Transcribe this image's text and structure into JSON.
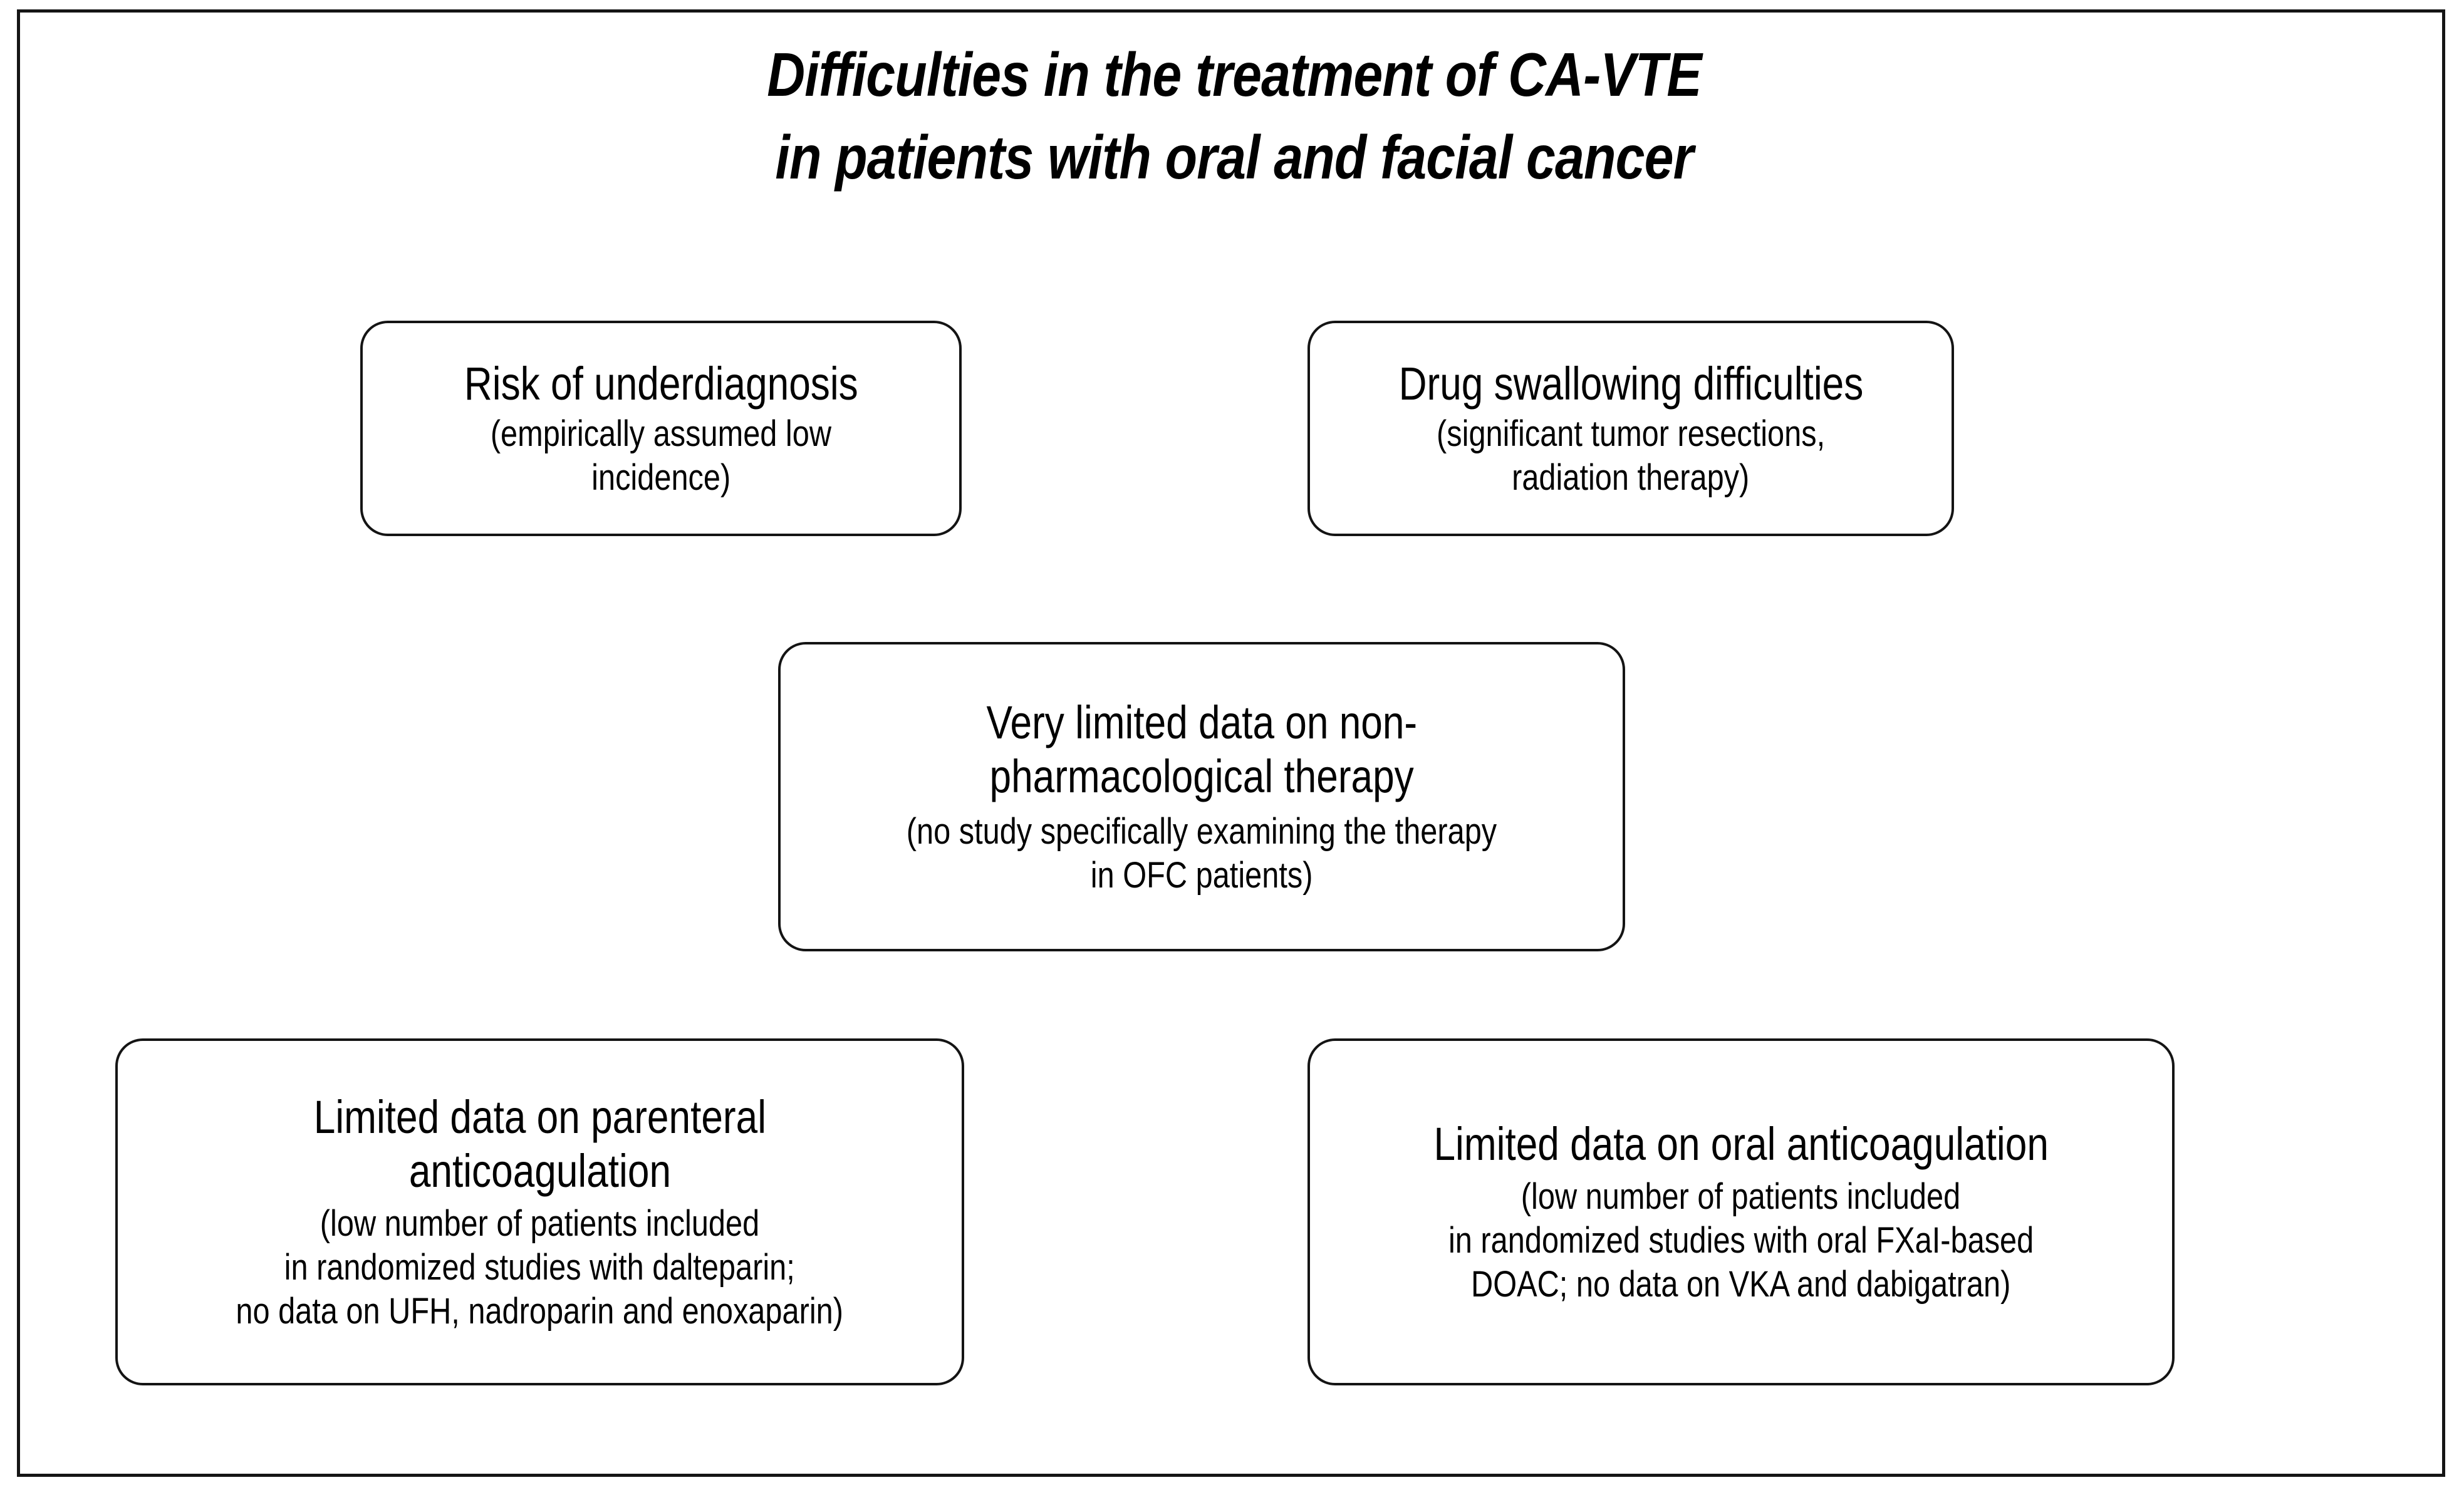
{
  "figure": {
    "title_line1": "Difficulties in the treatment of CA-VTE",
    "title_line2": "in patients with oral and facial cancer",
    "frame_color": "#151515",
    "box_border_color": "#141414",
    "text_color": "#000000",
    "background_color": "#ffffff"
  },
  "boxes": [
    {
      "id": "underdiagnosis",
      "main": "Risk of underdiagnosis",
      "sub": "(empirically assumed low\nincidence)"
    },
    {
      "id": "swallowing",
      "main": "Drug swallowing difficulties",
      "sub": "(significant tumor resections,\nradiation therapy)"
    },
    {
      "id": "nonpharm",
      "main": "Very limited data on non-\npharmacological therapy",
      "sub": "(no study specifically examining the therapy\nin OFC patients)"
    },
    {
      "id": "parenteral",
      "main": "Limited data on parenteral\nanticoagulation",
      "sub": "(low number of patients included\nin randomized studies with dalteparin;\nno data on UFH, nadroparin and enoxaparin)"
    },
    {
      "id": "oral",
      "main": "Limited data on oral anticoagulation",
      "sub": "(low number of patients included\nin randomized studies with oral FXaI-based\nDOAC; no data on VKA and dabigatran)"
    }
  ]
}
